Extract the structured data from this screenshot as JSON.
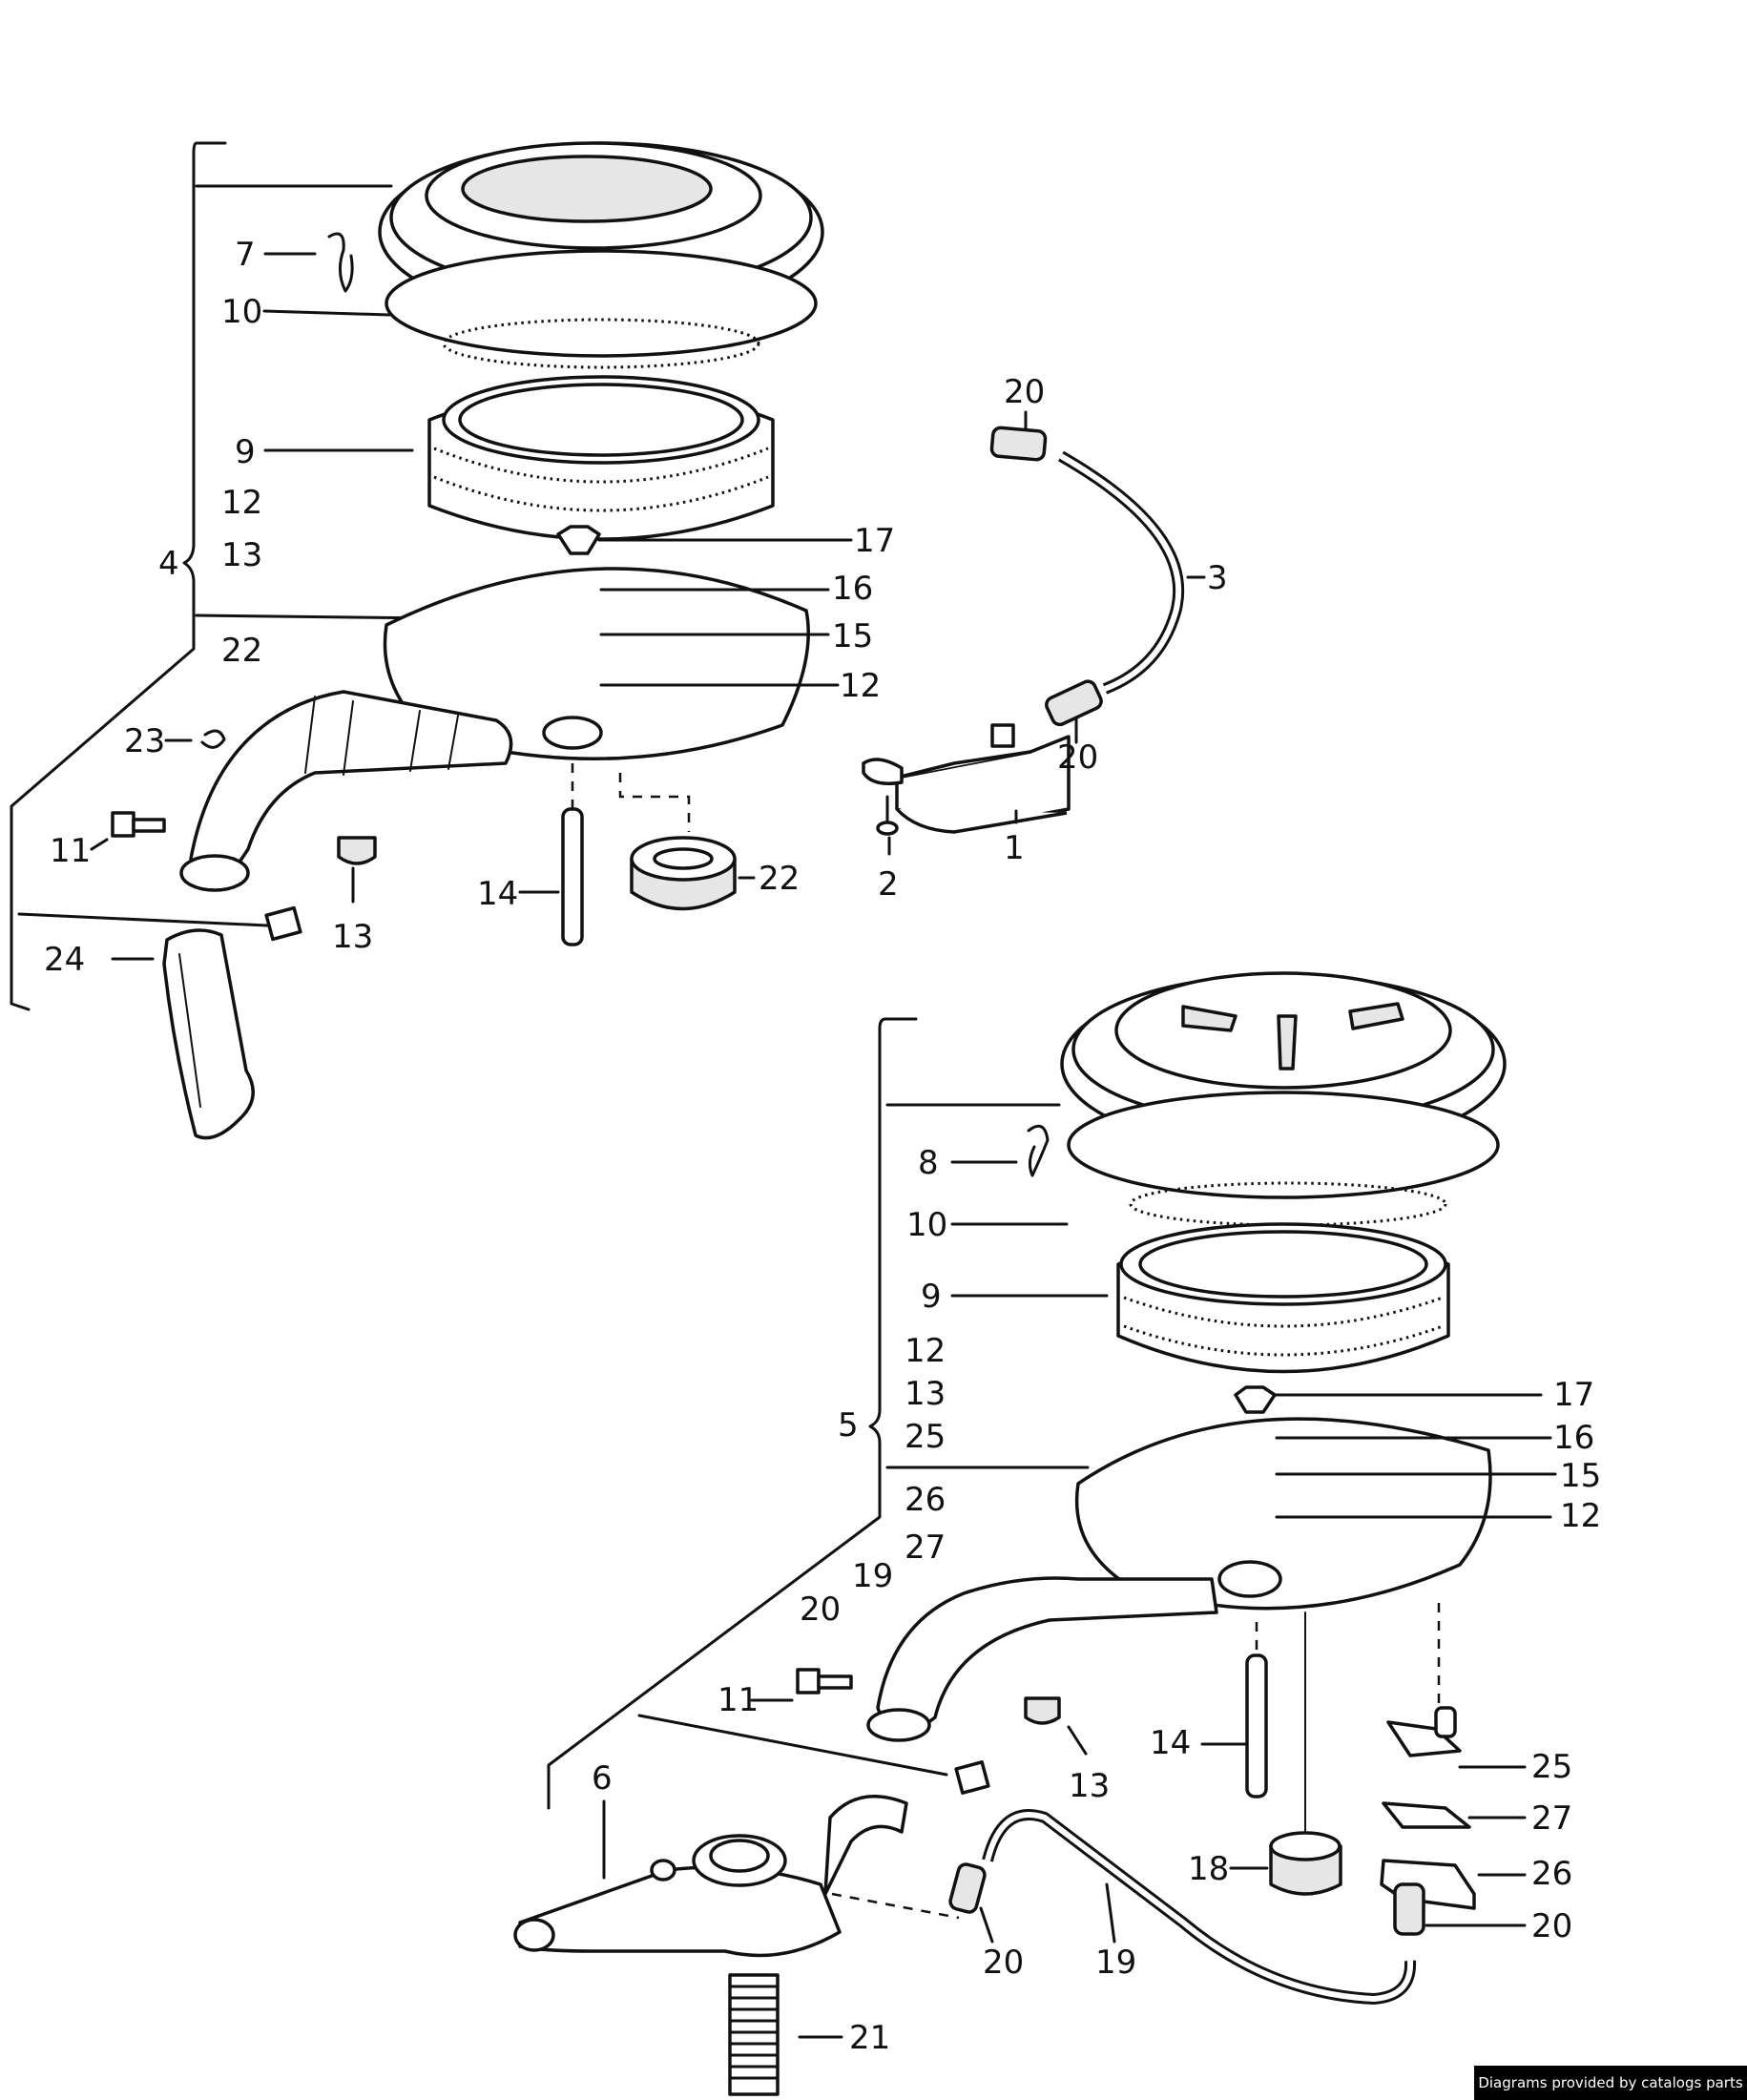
{
  "credit": "Diagrams provided by catalogs parts",
  "callouts": [
    {
      "id": "a7",
      "text": "7"
    },
    {
      "id": "a10",
      "text": "10"
    },
    {
      "id": "a9",
      "text": "9"
    },
    {
      "id": "a12",
      "text": "12"
    },
    {
      "id": "a13",
      "text": "13"
    },
    {
      "id": "a4",
      "text": "4"
    },
    {
      "id": "a22",
      "text": "22"
    },
    {
      "id": "a23",
      "text": "23"
    },
    {
      "id": "a11",
      "text": "11"
    },
    {
      "id": "a13b",
      "text": "13"
    },
    {
      "id": "a14",
      "text": "14"
    },
    {
      "id": "a22b",
      "text": "22"
    },
    {
      "id": "a24",
      "text": "24"
    },
    {
      "id": "a17",
      "text": "17"
    },
    {
      "id": "a16",
      "text": "16"
    },
    {
      "id": "a15",
      "text": "15"
    },
    {
      "id": "a12b",
      "text": "12"
    },
    {
      "id": "a20t",
      "text": "20"
    },
    {
      "id": "a3",
      "text": "3"
    },
    {
      "id": "a20m",
      "text": "20"
    },
    {
      "id": "a1",
      "text": "1"
    },
    {
      "id": "a2",
      "text": "2"
    },
    {
      "id": "b8",
      "text": "8"
    },
    {
      "id": "b10",
      "text": "10"
    },
    {
      "id": "b9",
      "text": "9"
    },
    {
      "id": "b12",
      "text": "12"
    },
    {
      "id": "b13",
      "text": "13"
    },
    {
      "id": "b5",
      "text": "5"
    },
    {
      "id": "b25",
      "text": "25"
    },
    {
      "id": "b26",
      "text": "26"
    },
    {
      "id": "b27",
      "text": "27"
    },
    {
      "id": "b19",
      "text": "19"
    },
    {
      "id": "b20",
      "text": "20"
    },
    {
      "id": "b17",
      "text": "17"
    },
    {
      "id": "b16",
      "text": "16"
    },
    {
      "id": "b15",
      "text": "15"
    },
    {
      "id": "b12b",
      "text": "12"
    },
    {
      "id": "b11",
      "text": "11"
    },
    {
      "id": "b13b",
      "text": "13"
    },
    {
      "id": "b14",
      "text": "14"
    },
    {
      "id": "b25b",
      "text": "25"
    },
    {
      "id": "b27b",
      "text": "27"
    },
    {
      "id": "b26b",
      "text": "26"
    },
    {
      "id": "b18",
      "text": "18"
    },
    {
      "id": "b20b",
      "text": "20"
    },
    {
      "id": "b6",
      "text": "6"
    },
    {
      "id": "b20c",
      "text": "20"
    },
    {
      "id": "b19b",
      "text": "19"
    },
    {
      "id": "b21",
      "text": "21"
    }
  ]
}
